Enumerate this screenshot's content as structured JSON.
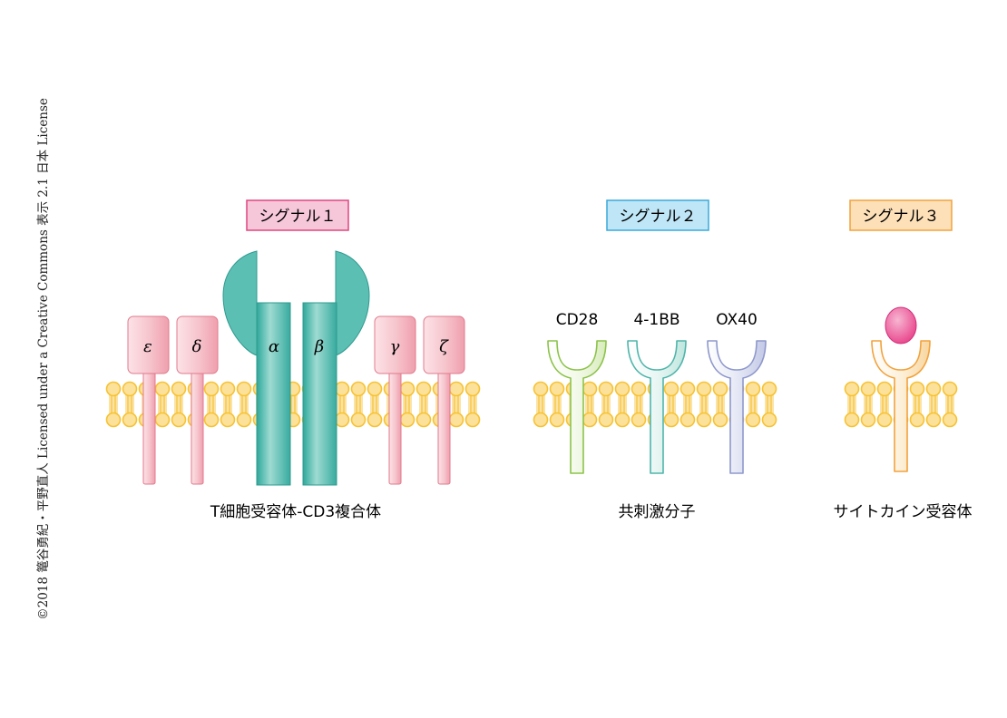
{
  "copyright": "©2018 篭谷勇紀・平野直人 Licensed under a Creative Commons 表示 2.1 日本 License",
  "signals": {
    "signal1": {
      "label": "シグナル１",
      "fill": "#f6c6d9",
      "stroke": "#e0457f"
    },
    "signal2": {
      "label": "シグナル２",
      "fill": "#bfe6f6",
      "stroke": "#3aa8d8"
    },
    "signal3": {
      "label": "シグナル３",
      "fill": "#fde0b8",
      "stroke": "#f2a23c"
    }
  },
  "tcr_complex": {
    "caption": "T細胞受容体-CD3複合体",
    "chains": {
      "epsilon": "ε",
      "delta": "δ",
      "alpha": "α",
      "beta": "β",
      "gamma": "γ",
      "zeta": "ζ"
    },
    "cd3_color": "#f7c3cb",
    "tcr_color": "#5bbfb4"
  },
  "costimulatory": {
    "caption": "共刺激分子",
    "molecules": [
      {
        "name": "CD28",
        "color": "#9ccc5a"
      },
      {
        "name": "4-1BB",
        "color": "#5bbfb4"
      },
      {
        "name": "OX40",
        "color": "#8e98cc"
      }
    ]
  },
  "cytokine": {
    "caption": "サイトカイン受容体",
    "receptor_color": "#f2b34b",
    "ligand_color": "#e8438a"
  },
  "membrane_color": "#f7c232"
}
